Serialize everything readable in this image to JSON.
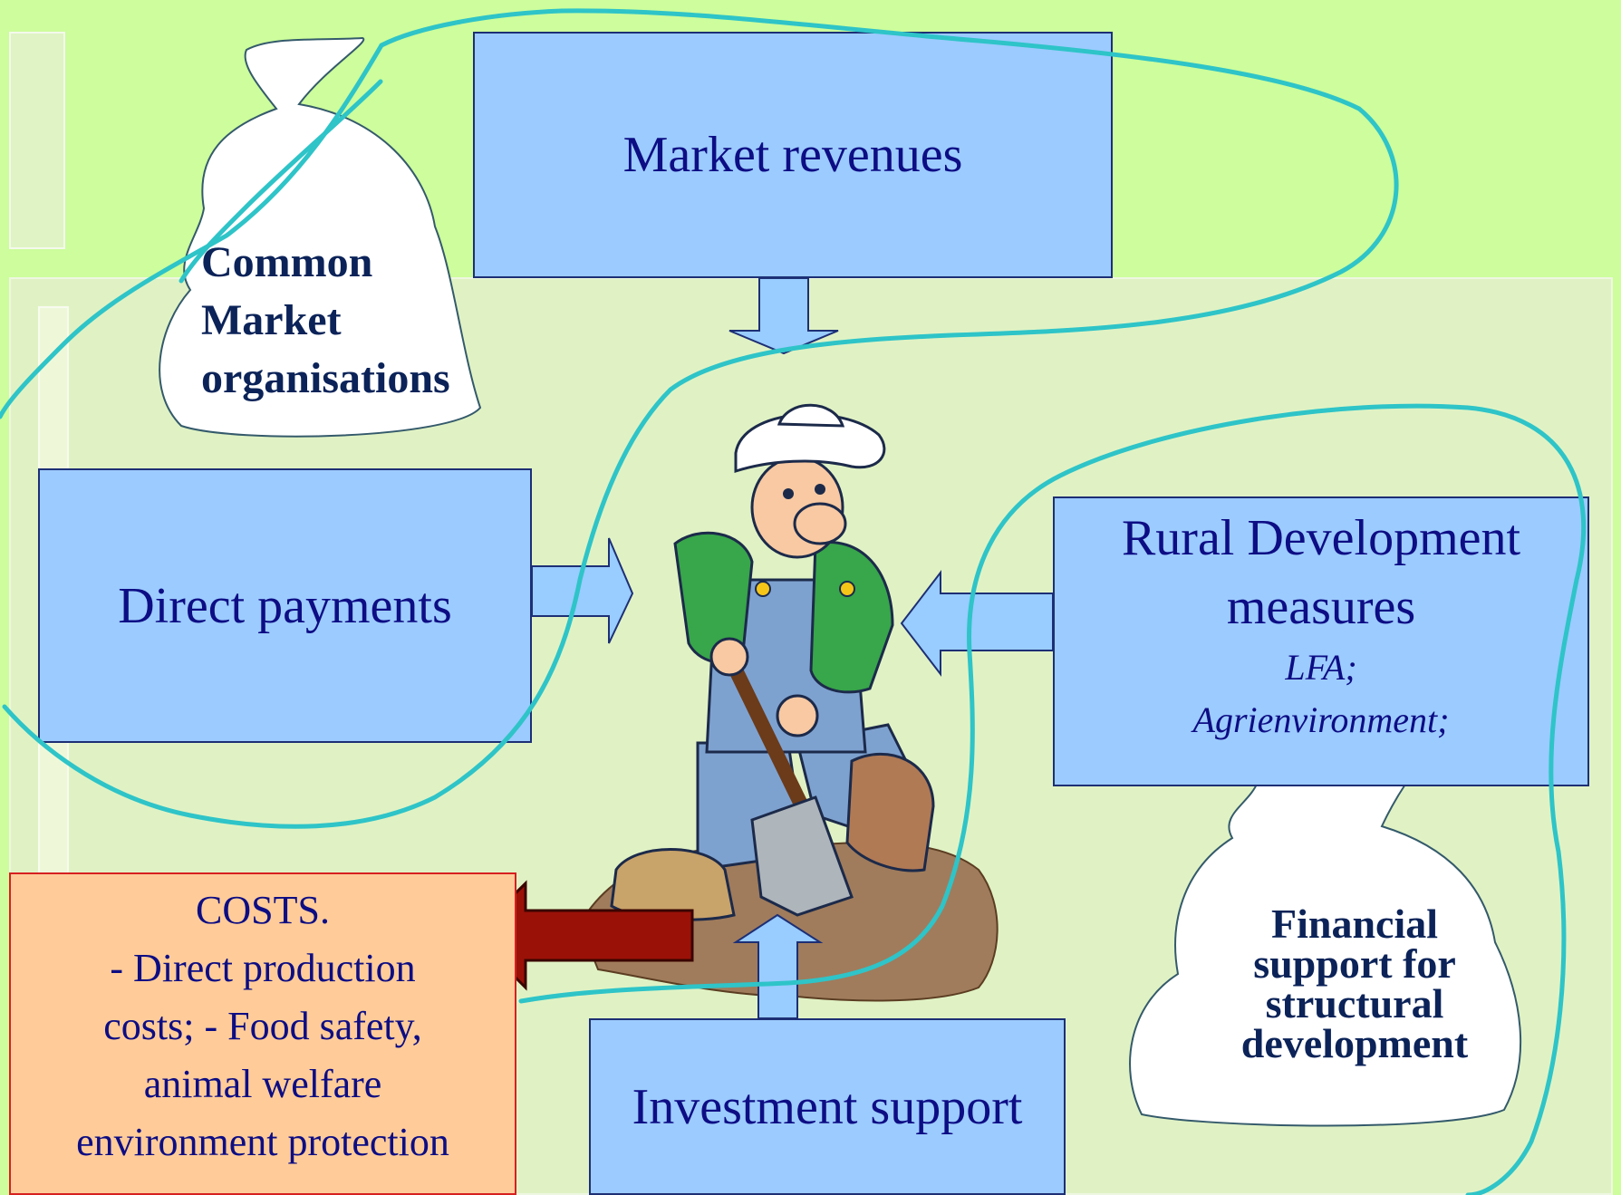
{
  "boxes": {
    "market_revenues": "Market revenues",
    "direct_payments": "Direct payments",
    "rural_development": {
      "title": "Rural Development",
      "subtitle": "measures",
      "item1": "LFA;",
      "item2": "Agrienvironment;"
    },
    "investment_support": "Investment support",
    "costs": {
      "line1": "COSTS.",
      "line2": "- Direct production",
      "line3": "costs; - Food safety,",
      "line4": "animal welfare",
      "line5": "environment protection"
    }
  },
  "bags": {
    "left": {
      "line1": "Common",
      "line2": "Market",
      "line3": "organisations"
    },
    "right": {
      "line1": "Financial",
      "line2": "support for",
      "line3": "structural",
      "line4": "development"
    }
  },
  "colors": {
    "background": "#cdfd9c",
    "box_fill": "#9ccbff",
    "box_text": "#0d0d84",
    "costs_fill": "#ffcc99",
    "costs_border": "#d62020",
    "cost_arrow": "#9a1108",
    "annotation_stroke": "#2ec4c8"
  },
  "icons": [
    "money-bag-icon",
    "farmer-with-shovel-icon",
    "down-arrow",
    "right-arrow",
    "left-arrow",
    "up-arrow",
    "left-cost-arrow"
  ]
}
